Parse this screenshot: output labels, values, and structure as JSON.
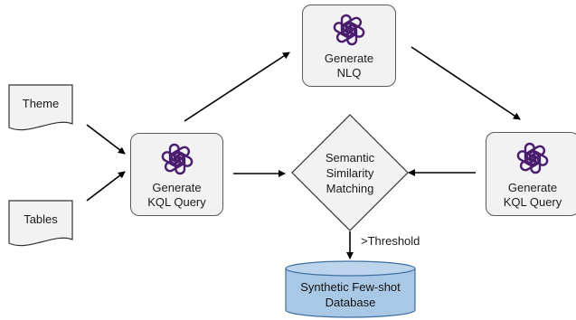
{
  "nodes": {
    "theme": {
      "label": "Theme"
    },
    "tables": {
      "label": "Tables"
    },
    "gen_kql_left": {
      "line1": "Generate",
      "line2": "KQL Query",
      "icon": "openai-logo-icon"
    },
    "gen_nlq": {
      "line1": "Generate",
      "line2": "NLQ",
      "icon": "openai-logo-icon"
    },
    "gen_kql_right": {
      "line1": "Generate",
      "line2": "KQL Query",
      "icon": "openai-logo-icon"
    },
    "matching": {
      "line1": "Semantic",
      "line2": "Similarity",
      "line3": "Matching"
    },
    "database": {
      "line1": "Synthetic Few-shot",
      "line2": "Database"
    }
  },
  "edges": {
    "threshold_label": ">Threshold"
  },
  "colors": {
    "logo": "#4a1c6e",
    "card_fill": "#f2f2f2",
    "db_fill": "#a9c8e6",
    "db_stroke": "#3f6fa0",
    "arrow": "#000000"
  }
}
